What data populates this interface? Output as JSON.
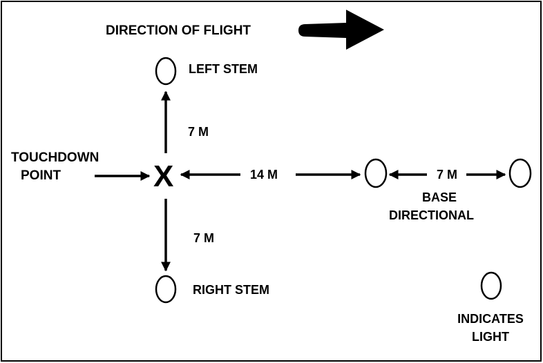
{
  "direction_label": "DIRECTION OF FLIGHT",
  "left_stem": "LEFT STEM",
  "right_stem": "RIGHT STEM",
  "touchdown_line1": "TOUCHDOWN",
  "touchdown_line2": "POINT",
  "touchdown_mark": "X",
  "distance_up": "7 M",
  "distance_down": "7 M",
  "distance_main": "14 M",
  "distance_side": "7 M",
  "base_line1": "BASE",
  "base_line2": "DIRECTIONAL",
  "legend_line1": "INDICATES",
  "legend_line2": "LIGHT",
  "colors": {
    "ink": "#000000",
    "background": "#ffffff"
  },
  "icons": [
    "direction-arrow-icon",
    "light-icon"
  ]
}
